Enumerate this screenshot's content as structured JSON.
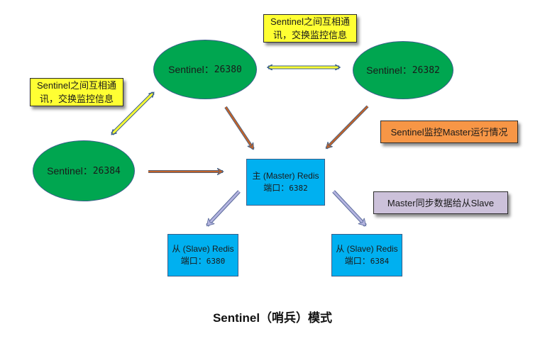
{
  "sentinels": [
    {
      "label": "Sentinel",
      "sep": "：",
      "port": "26380"
    },
    {
      "label": "Sentinel",
      "sep": "：",
      "port": "26382"
    },
    {
      "label": "Sentinel",
      "sep": "：",
      "port": "26384"
    }
  ],
  "notes": {
    "comm_top": {
      "line1": "Sentinel之间互相通",
      "line2": "讯，交换监控信息"
    },
    "comm_left": {
      "line1": "Sentinel之间互相通",
      "line2": "讯，交换监控信息"
    },
    "monitor": "Sentinel监控Master运行情况",
    "sync": "Master同步数据给从Slave"
  },
  "master": {
    "title": "主 (Master) Redis",
    "port_label": "端口：",
    "port": "6382"
  },
  "slaves": [
    {
      "title": "从 (Slave) Redis",
      "port_label": "端口：",
      "port": "6380"
    },
    {
      "title": "从 (Slave) Redis",
      "port_label": "端口：",
      "port": "6384"
    }
  ],
  "caption": "Sentinel（哨兵）模式",
  "colors": {
    "sentinel_fill": "#00a650",
    "redis_fill": "#00b0f0",
    "note_yellow": "#ffff33",
    "note_orange": "#f79646",
    "note_purple": "#ccc1da",
    "arrow_comm": "#ffff33",
    "arrow_monitor": "#c0632b",
    "arrow_sync": "#b4b4e0"
  }
}
